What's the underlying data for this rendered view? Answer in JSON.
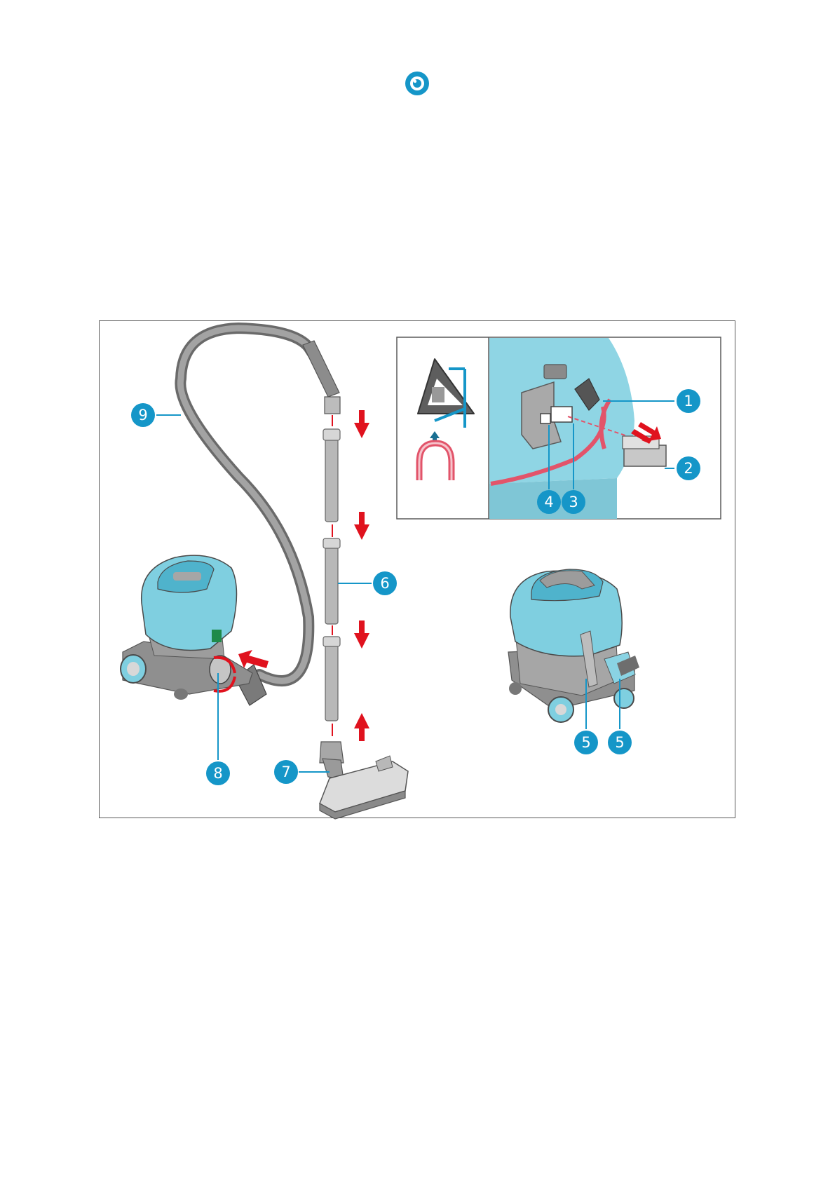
{
  "header": {
    "icon": "eye-icon",
    "accent": "#1596c8"
  },
  "colors": {
    "callout": "#1596c8",
    "body": "#7fcfe0",
    "body_dark": "#4fb3cc",
    "grey": "#9a9a9a",
    "arrow": "#e0121e",
    "cord": "#e2546a"
  },
  "callouts": [
    {
      "id": "c1",
      "label": "1"
    },
    {
      "id": "c2",
      "label": "2"
    },
    {
      "id": "c3",
      "label": "3"
    },
    {
      "id": "c4",
      "label": "4"
    },
    {
      "id": "c5a",
      "label": "5"
    },
    {
      "id": "c5b",
      "label": "5"
    },
    {
      "id": "c6",
      "label": "6"
    },
    {
      "id": "c7",
      "label": "7"
    },
    {
      "id": "c8",
      "label": "8"
    },
    {
      "id": "c9",
      "label": "9"
    }
  ]
}
